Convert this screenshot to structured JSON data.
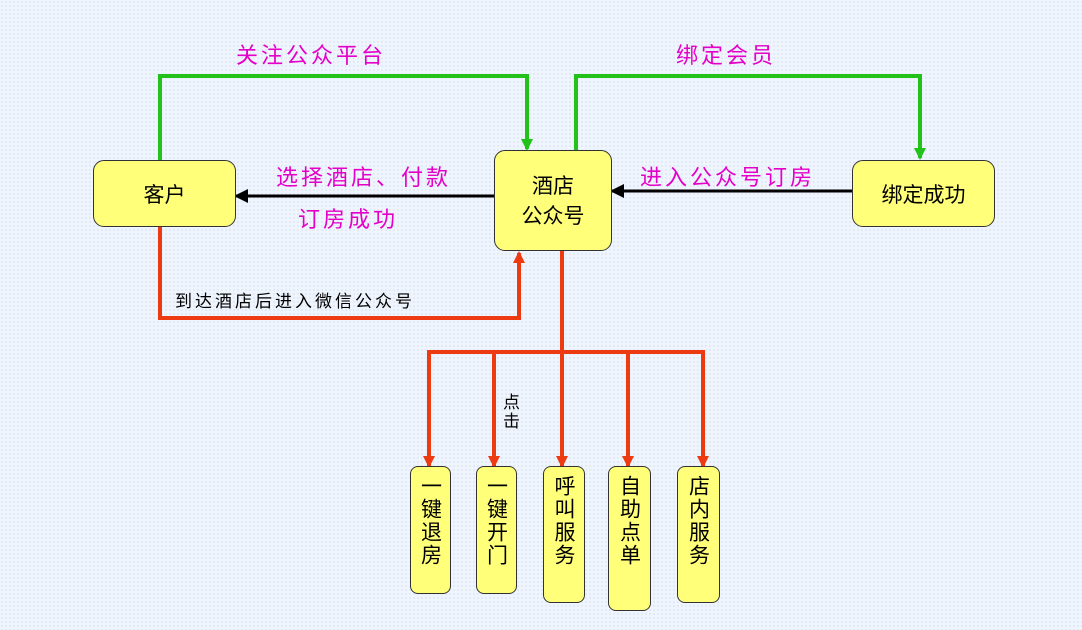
{
  "colors": {
    "box_fill": "#ffff7a",
    "green_arrow": "#22c21a",
    "red_arrow": "#ee3a10",
    "black_arrow": "#000000",
    "label_magenta": "#e400c8"
  },
  "nodes": {
    "customer": "客户",
    "hotel_account_line1": "酒店",
    "hotel_account_line2": "公众号",
    "bind_success": "绑定成功",
    "checkout": "一键退房",
    "open_door": "一键开门",
    "call_service": "呼叫服务",
    "self_order": "自助点单",
    "in_store_service": "店内服务"
  },
  "labels": {
    "follow_platform": "关注公众平台",
    "bind_member": "绑定会员",
    "choose_pay": "选择酒店、付款",
    "book_success": "订房成功",
    "enter_book": "进入公众号订房",
    "arrive_enter": "到达酒店后进入微信公众号",
    "click": "点击"
  }
}
